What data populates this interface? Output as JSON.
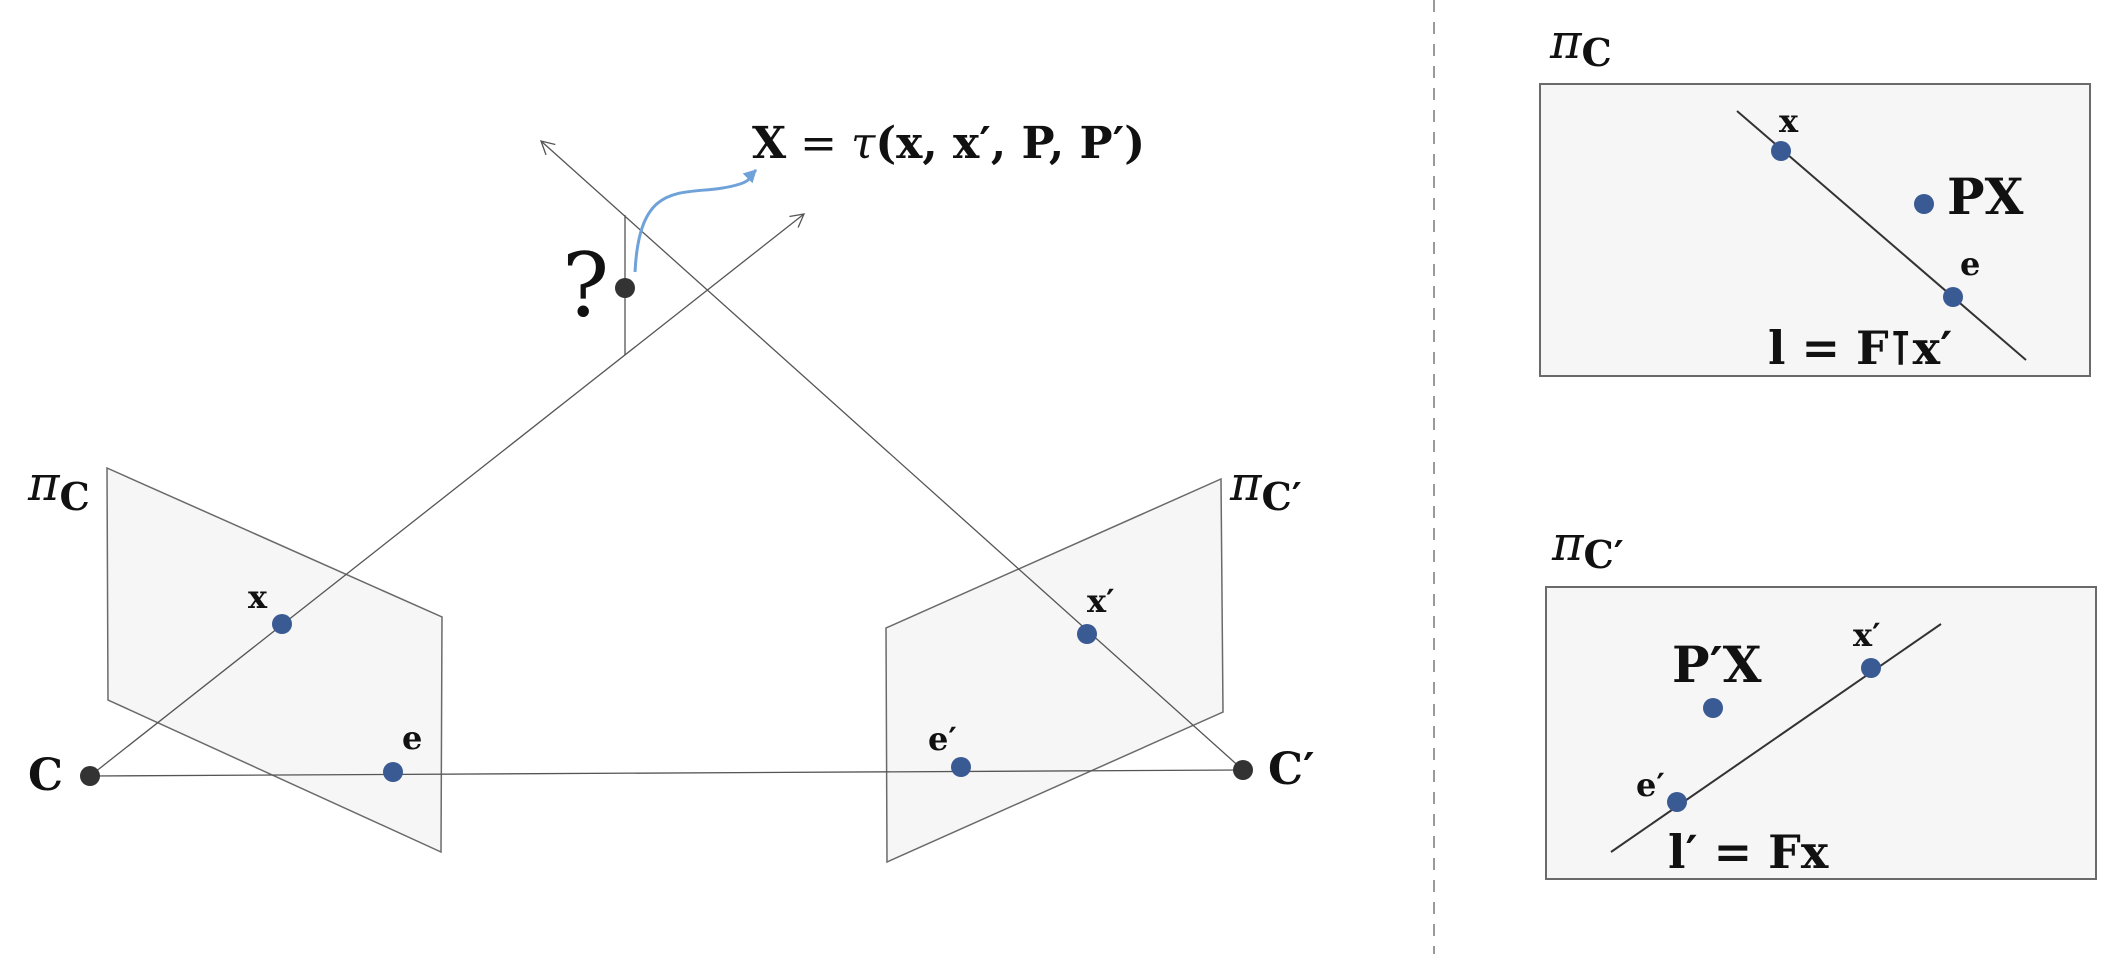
{
  "colors": {
    "point": "#3a5a94",
    "center": "#333333",
    "arrow": "#6fa2d8",
    "plane_fill": "#f6f6f6",
    "plane_stroke": "#6a6a6a",
    "ray": "#555555",
    "divider": "#9a9a9a"
  },
  "scene": {
    "plane_left": {
      "pi": "π",
      "sub": "C"
    },
    "plane_right": {
      "pi": "π",
      "sub": "C′"
    },
    "center_left": "C",
    "center_right": "C′",
    "point_x": "x",
    "point_x_prime": "x′",
    "epipole_e": "e",
    "epipole_e_prime": "e′",
    "unknown_marker": "?",
    "triangulation": {
      "lhs": "X",
      "eq": " = ",
      "tau": "τ",
      "args": "(x, x′, P, P′)"
    }
  },
  "panels": {
    "top": {
      "pi": "π",
      "sub": "C",
      "point_x": "x",
      "point_px": "PX",
      "epipole": "e",
      "epiline": "l = F⊺x′"
    },
    "bottom": {
      "pi": "π",
      "sub": "C′",
      "point_x_prime": "x′",
      "point_px": "P′X",
      "epipole": "e′",
      "epiline": "l′ = Fx"
    }
  }
}
